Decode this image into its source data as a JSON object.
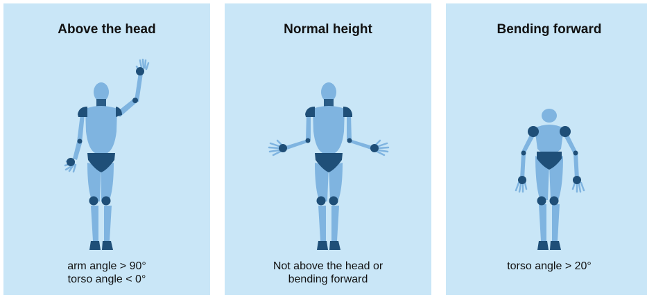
{
  "colors": {
    "panel_background": "#c9e6f7",
    "body_light": "#7fb4e0",
    "body_mid": "#6aa3d4",
    "joints_dark": "#1f4f78",
    "text": "#111111"
  },
  "panels": [
    {
      "title": "Above the head",
      "caption": [
        "arm angle > 90°",
        "torso angle < 0°"
      ],
      "figure_icon": "mannequin-arm-raised-icon"
    },
    {
      "title": "Normal height",
      "caption": [
        "Not above the head or",
        "bending forward"
      ],
      "figure_icon": "mannequin-arms-out-icon"
    },
    {
      "title": "Bending forward",
      "caption": [
        "torso angle > 20°"
      ],
      "figure_icon": "mannequin-bending-forward-icon"
    }
  ]
}
